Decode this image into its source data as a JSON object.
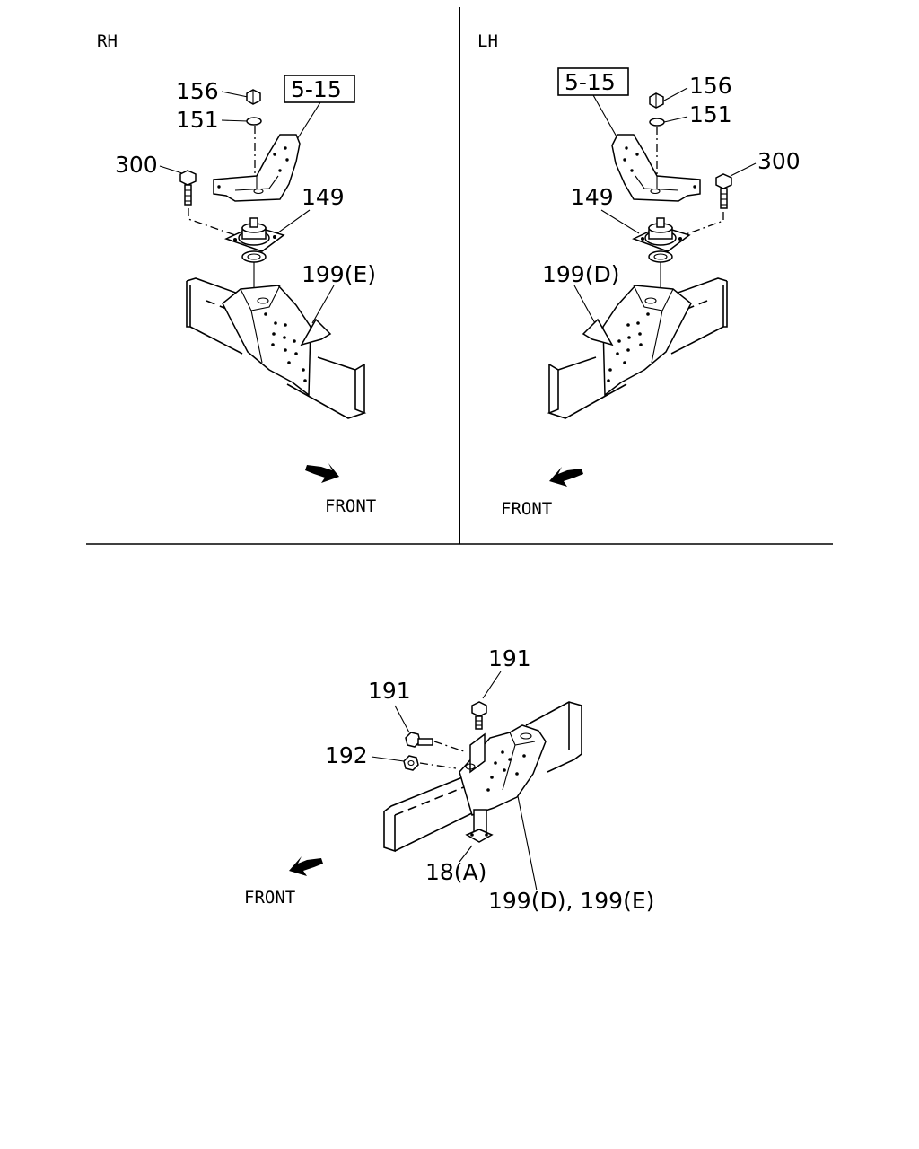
{
  "panels": {
    "rh": {
      "side_label": "RH",
      "ref_box": "5-15",
      "callouts": {
        "nut": "156",
        "washer": "151",
        "bolt": "300",
        "mount": "149",
        "bracket": "199(E)"
      },
      "front_label": "FRONT"
    },
    "lh": {
      "side_label": "LH",
      "ref_box": "5-15",
      "callouts": {
        "nut": "156",
        "washer": "151",
        "bolt": "300",
        "mount": "149",
        "bracket": "199(D)"
      },
      "front_label": "FRONT"
    },
    "bottom": {
      "callouts": {
        "bolt_top": "191",
        "bolt_side": "191",
        "nut": "192",
        "clip": "18(A)",
        "bracket": "199(D), 199(E)"
      },
      "front_label": "FRONT"
    }
  }
}
